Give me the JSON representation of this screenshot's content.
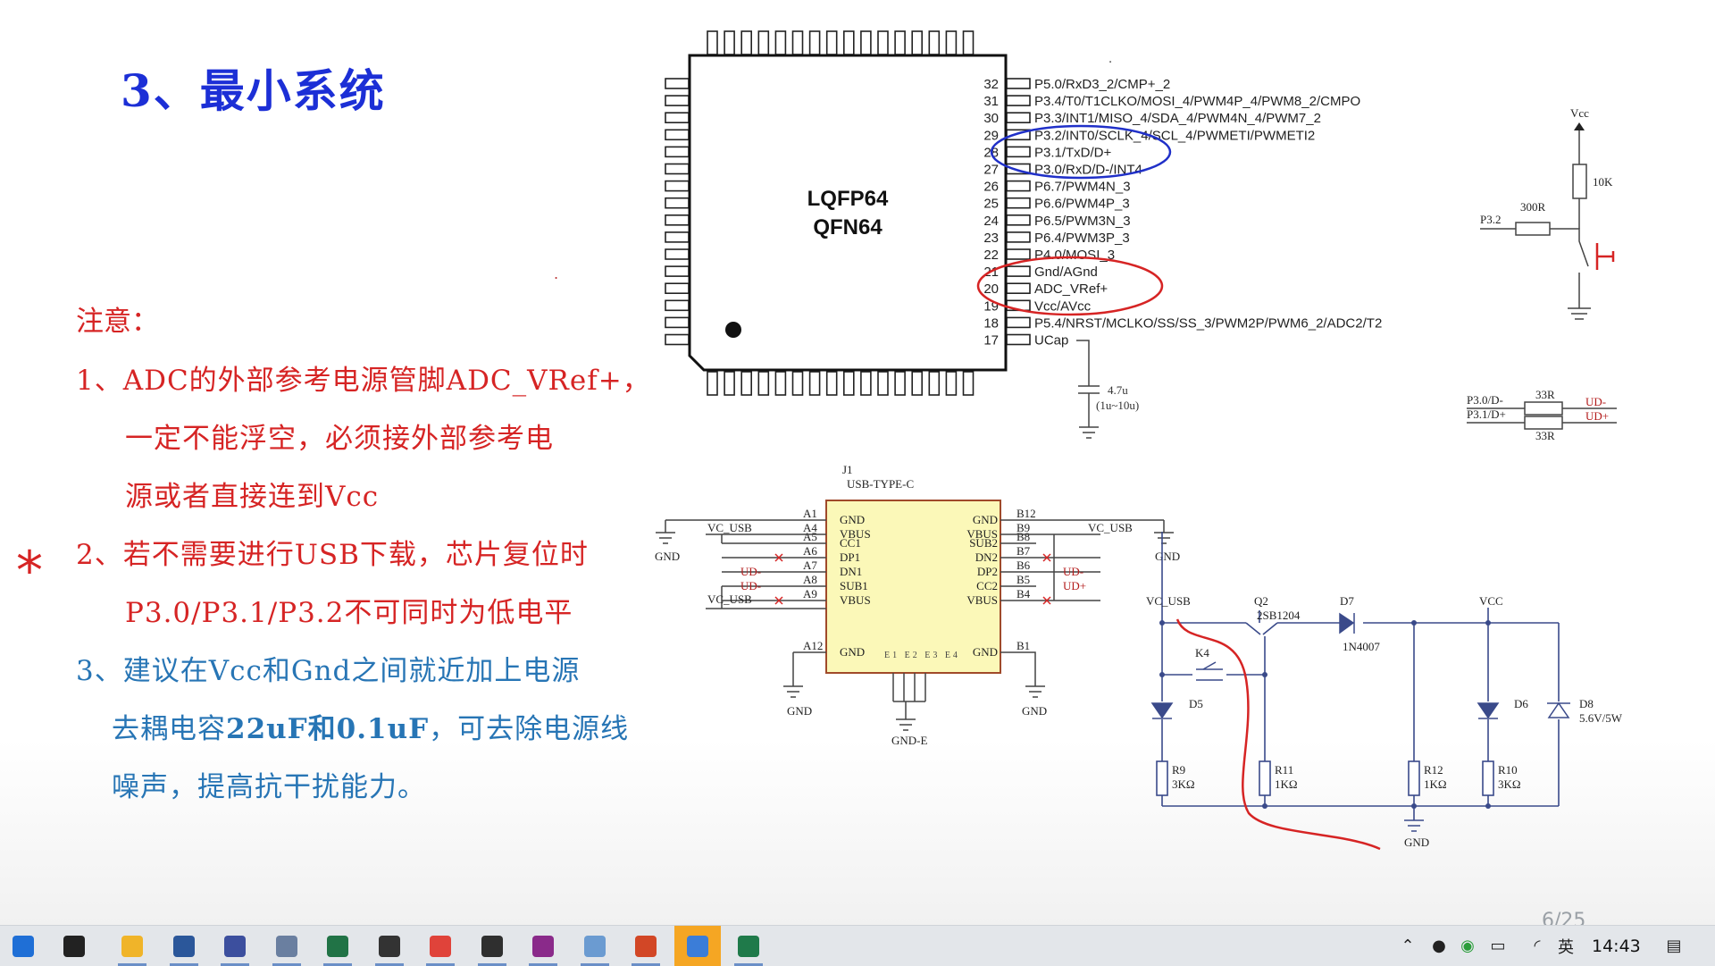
{
  "slide": {
    "title": "3、最小系统",
    "note_head": "注意：",
    "note1_l1": "1、ADC的外部参考电源管脚ADC_VRef+，",
    "note1_l2": "一定不能浮空，必须接外部参考电",
    "note1_l3": "源或者直接连到Vcc",
    "note2_l1": "2、若不需要进行USB下载，芯片复位时",
    "note2_l2": "P3.0/P3.1/P3.2不可同时为低电平",
    "note3_l1": "3、建议在Vcc和Gnd之间就近加上电源",
    "note3_l2a": "去耦电容",
    "note3_l2b": "22uF和0.1uF",
    "note3_l2c": "，可去除电源线",
    "note3_l3": "噪声，提高抗干扰能力。",
    "star": "*",
    "page_number": "6/25"
  },
  "chip": {
    "package_1": "LQFP64",
    "package_2": "QFN64",
    "pins": [
      {
        "num": "32",
        "name": "P5.0/RxD3_2/CMP+_2"
      },
      {
        "num": "31",
        "name": "P3.4/T0/T1CLKO/MOSI_4/PWM4P_4/PWM8_2/CMPO"
      },
      {
        "num": "30",
        "name": "P3.3/INT1/MISO_4/SDA_4/PWM4N_4/PWM7_2"
      },
      {
        "num": "29",
        "name": "P3.2/INT0/SCLK_4/SCL_4/PWMETI/PWMETI2"
      },
      {
        "num": "28",
        "name": "P3.1/TxD/D+"
      },
      {
        "num": "27",
        "name": "P3.0/RxD/D-/INT4"
      },
      {
        "num": "26",
        "name": "P6.7/PWM4N_3"
      },
      {
        "num": "25",
        "name": "P6.6/PWM4P_3"
      },
      {
        "num": "24",
        "name": "P6.5/PWM3N_3"
      },
      {
        "num": "23",
        "name": "P6.4/PWM3P_3"
      },
      {
        "num": "22",
        "name": "P4.0/MOSI_3"
      },
      {
        "num": "21",
        "name": "Gnd/AGnd"
      },
      {
        "num": "20",
        "name": "ADC_VRef+"
      },
      {
        "num": "19",
        "name": "Vcc/AVcc"
      },
      {
        "num": "18",
        "name": "P5.4/NRST/MCLKO/SS/SS_3/PWM2P/PWM6_2/ADC2/T2"
      },
      {
        "num": "17",
        "name": "UCap"
      }
    ],
    "cap_value": "4.7u",
    "cap_range": "(1u~10u)"
  },
  "reset": {
    "vcc": "Vcc",
    "r_pullup": "10K",
    "r_series": "300R",
    "net": "P3.2"
  },
  "usb_res": {
    "net1": "P3.0/D-",
    "net2": "P3.1/D+",
    "r1": "33R",
    "r2": "33R",
    "out1": "UD-",
    "out2": "UD+"
  },
  "usbc": {
    "ref": "J1",
    "part": "USB-TYPE-C",
    "left_pins": [
      {
        "pin": "A1",
        "name": "GND"
      },
      {
        "pin": "A4",
        "name": "VBUS"
      },
      {
        "pin": "A5",
        "name": "CC1"
      },
      {
        "pin": "A6",
        "name": "DP1"
      },
      {
        "pin": "A7",
        "name": "DN1"
      },
      {
        "pin": "A8",
        "name": "SUB1"
      },
      {
        "pin": "A9",
        "name": "VBUS"
      },
      {
        "pin": "A12",
        "name": "GND"
      }
    ],
    "right_pins": [
      {
        "pin": "B12",
        "name": "GND"
      },
      {
        "pin": "B9",
        "name": "VBUS"
      },
      {
        "pin": "B8",
        "name": "SUB2"
      },
      {
        "pin": "B7",
        "name": "DN2"
      },
      {
        "pin": "B6",
        "name": "DP2"
      },
      {
        "pin": "B5",
        "name": "CC2"
      },
      {
        "pin": "B4",
        "name": "VBUS"
      },
      {
        "pin": "B1",
        "name": "GND"
      }
    ],
    "shell_label": "E1 E2 E3 E4",
    "gnd": "GND",
    "gnd_e": "GND-E",
    "vc_usb": "VC_USB",
    "ud_minus": "UD-",
    "ud_plus": "UD+"
  },
  "power": {
    "vc_usb": "VC_USB",
    "q2": "Q2",
    "q2_part": "2SB1204",
    "d7": "D7",
    "d7_part": "1N4007",
    "vcc": "VCC",
    "k4": "K4",
    "d5": "D5",
    "d6": "D6",
    "d8": "D8",
    "d8_part": "5.6V/5W",
    "r9": "R9",
    "r9_v": "3KΩ",
    "r11": "R11",
    "r11_v": "1KΩ",
    "r12": "R12",
    "r12_v": "1KΩ",
    "r10": "R10",
    "r10_v": "3KΩ",
    "gnd": "GND"
  },
  "taskbar": {
    "apps": [
      {
        "icon": "windows-start-icon",
        "color": "#1f6fd6"
      },
      {
        "icon": "app-icon",
        "color": "#222222"
      },
      {
        "icon": "file-explorer-icon",
        "color": "#f0b429"
      },
      {
        "icon": "word-icon",
        "color": "#2b579a"
      },
      {
        "icon": "app-icon",
        "color": "#3c4f9e"
      },
      {
        "icon": "app-icon",
        "color": "#6a7fa0"
      },
      {
        "icon": "excel-icon",
        "color": "#217346"
      },
      {
        "icon": "app-icon",
        "color": "#333333"
      },
      {
        "icon": "chrome-icon",
        "color": "#e0433a"
      },
      {
        "icon": "app-icon",
        "color": "#2f2f2f"
      },
      {
        "icon": "app-icon",
        "color": "#8a2a8a"
      },
      {
        "icon": "app-icon",
        "color": "#6b9bd1"
      },
      {
        "icon": "powerpoint-icon",
        "color": "#d24726"
      },
      {
        "icon": "app-icon",
        "color": "#3b7dd8"
      },
      {
        "icon": "app-icon",
        "color": "#1f7a4a"
      }
    ],
    "ime": "英",
    "time": "14:43"
  }
}
